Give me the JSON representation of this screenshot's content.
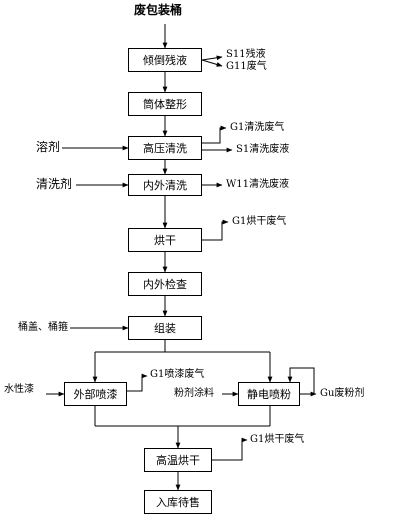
{
  "top_label": "废包装桶",
  "boxes": {
    "pour": "倾倒残液",
    "shape": "筒体整形",
    "hpwash": "高压清洗",
    "inout_wash": "内外清洗",
    "dry": "烘干",
    "inspect": "内外检查",
    "assemble": "组装",
    "spray_paint": "外部喷漆",
    "powder": "静电喷粉",
    "hightemp_dry": "高温烘干",
    "store": "入库待售"
  },
  "inputs": {
    "solvent": "溶剂",
    "cleaner": "清洗剂",
    "lid_hoop": "桶盖、桶箍",
    "water_paint": "水性漆",
    "powder_coat": "粉剂涂料"
  },
  "outputs": {
    "s11": "S11残液",
    "g11": "G11废气",
    "g1_wash": "G1清洗废气",
    "s1_wash": "S1清洗废液",
    "w11": "W11清洗废液",
    "g1_dry": "G1烘干废气",
    "g1_spray": "G1喷漆废气",
    "gu_powder": "Gu废粉剂",
    "g1_hot": "G1烘干废气"
  }
}
